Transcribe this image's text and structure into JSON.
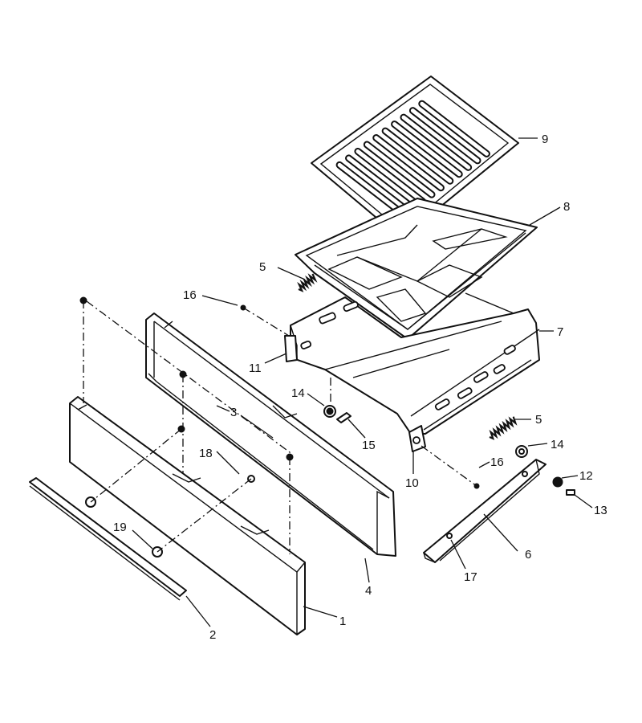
{
  "callouts": {
    "c1": "1",
    "c2": "2",
    "c3": "3",
    "c4": "4",
    "c5a": "5",
    "c5b": "5",
    "c6": "6",
    "c7": "7",
    "c8": "8",
    "c9": "9",
    "c10": "10",
    "c11": "11",
    "c12": "12",
    "c13": "13",
    "c14a": "14",
    "c14b": "14",
    "c15": "15",
    "c16a": "16",
    "c16b": "16",
    "c17": "17",
    "c18": "18",
    "c19": "19"
  }
}
